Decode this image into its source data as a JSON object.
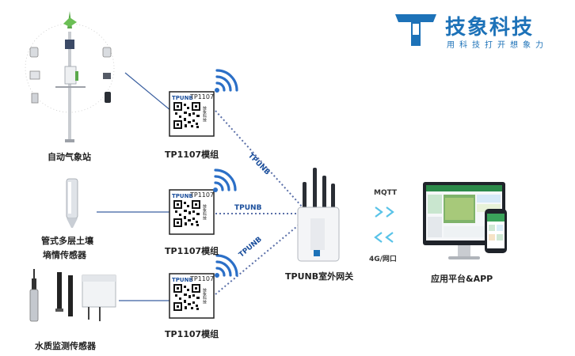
{
  "logo": {
    "brand_name": "技象科技",
    "slogan": "用科技打开想象力",
    "color": "#1d72b8"
  },
  "sensors": {
    "weather_station": "自动气象站",
    "soil_sensor_line1": "管式多层土壤",
    "soil_sensor_line2": "墒情传感器",
    "water_sensor": "水质监测传感器"
  },
  "modules": [
    {
      "label": "TP1107模组",
      "chip_model": "TP1107",
      "chip_brand": "TPUNB",
      "chip_brand_cn": "技象科技"
    },
    {
      "label": "TP1107模组",
      "chip_model": "TP1107",
      "chip_brand": "TPUNB",
      "chip_brand_cn": "技象科技"
    },
    {
      "label": "TP1107模组",
      "chip_model": "TP1107",
      "chip_brand": "TPUNB",
      "chip_brand_cn": "技象科技"
    }
  ],
  "links": {
    "tpunb_1": "TPUNB",
    "tpunb_2": "TPUNB",
    "tpunb_3": "TPUNB",
    "mqtt": "MQTT",
    "uplink_arrows": "> >",
    "downlink_arrows": "< <",
    "network": "4G/网口"
  },
  "gateway": {
    "label": "TPUNB室外网关"
  },
  "platform": {
    "label": "应用平台&APP"
  },
  "colors": {
    "accent_blue": "#1d72b8",
    "wifi_blue": "#2b6fc7",
    "dotted_line": "#5a6fa8",
    "arrow_cyan": "#59c3e8",
    "text_dark": "#222222",
    "chip_label_blue": "#1a4e9c"
  }
}
